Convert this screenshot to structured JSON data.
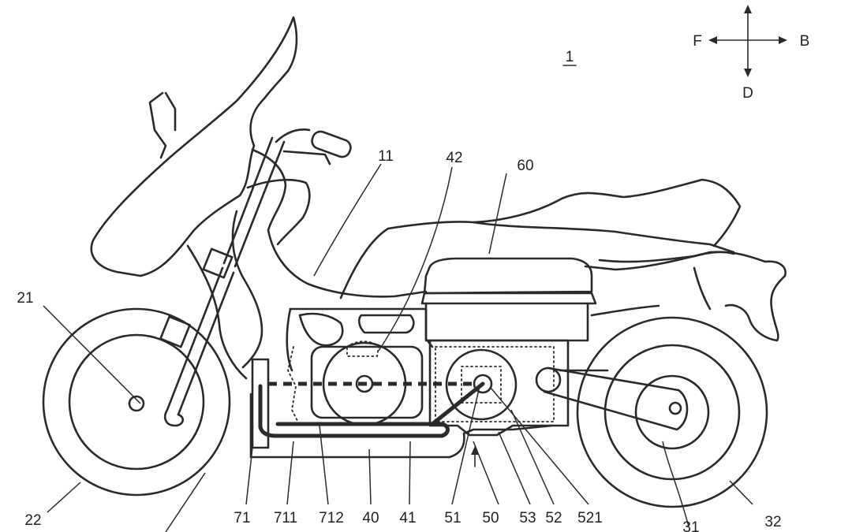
{
  "figure": {
    "figure_number": "1",
    "direction_labels": {
      "front": "F",
      "back": "B",
      "down": "D"
    },
    "reference_numerals": [
      "11",
      "21",
      "22",
      "31",
      "32",
      "40",
      "41",
      "42",
      "50",
      "51",
      "52",
      "53",
      "521",
      "60",
      "71",
      "711",
      "712"
    ]
  }
}
